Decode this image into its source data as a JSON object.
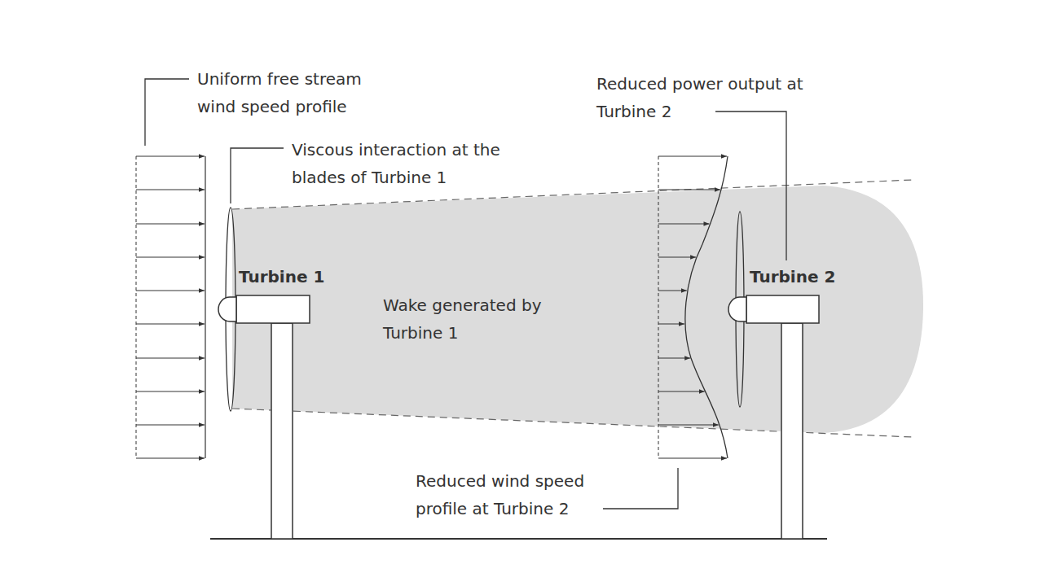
{
  "diagram": {
    "labels": [
      "Uniform free stream wind speed profile",
      "Viscous interaction at the blades of Turbine 1",
      "Turbine 1",
      "Wake generated by Turbine 1",
      "Reduced power output at Turbine 2",
      "Turbine 2",
      "Reduced wind speed profile at Turbine 2"
    ]
  }
}
